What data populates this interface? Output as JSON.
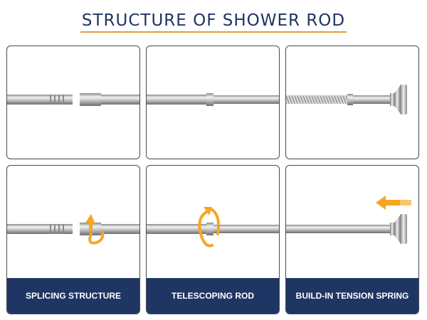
{
  "title": "STRUCTURE OF SHOWER ROD",
  "captions": {
    "splicing": "SPLICING STRUCTURE",
    "telescoping": "TELESCOPING ROD",
    "spring": "BUILD-IN TENSION SPRING"
  },
  "colors": {
    "title_text": "#1f3563",
    "underline": "#e79a3c",
    "caption_band": "#1f3563",
    "arrow": "#f5a623",
    "rod": "#b8b8b8",
    "panel_border": "#4a4a4a"
  },
  "icons": [
    "rotate-arrow-icon",
    "spin-arrow-icon",
    "left-arrow-icon"
  ]
}
